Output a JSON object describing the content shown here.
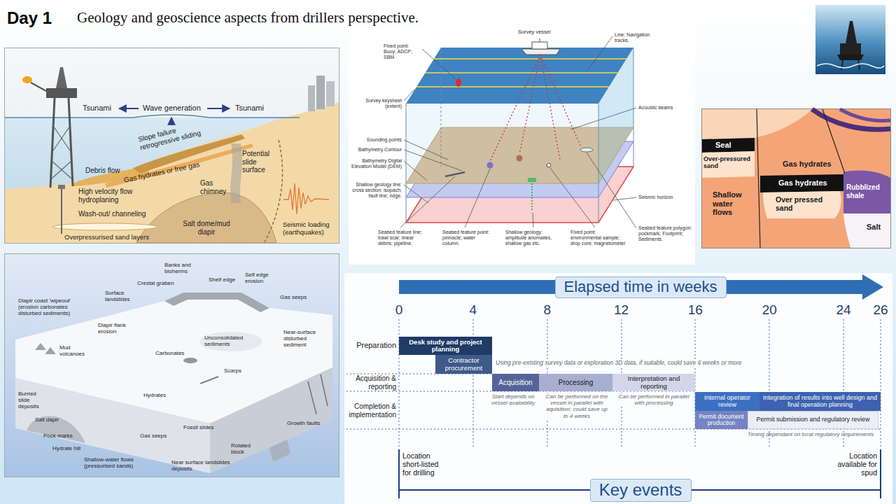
{
  "diagram": {
    "title": "Geology and geoscience aspects from drillers perspective.",
    "nodes": [
      {
        "text": [
          "Elapsed time in weeks"
        ]
      },
      {
        "text": [
          "Desk study and project planning"
        ]
      },
      {
        "text": [
          "Contractor procurement"
        ]
      },
      {
        "text": [
          "Acquisition"
        ]
      },
      {
        "text": [
          "Processing"
        ]
      },
      {
        "text": [
          "Interpretation and reporting"
        ]
      },
      {
        "text": [
          "Internal operator review"
        ]
      },
      {
        "text": [
          "Integration of results into well design and final operation planning"
        ]
      },
      {
        "text": [
          "Permit document production"
        ]
      },
      {
        "text": [
          "Permit submission and regulatory review"
        ]
      },
      {
        "text": [
          "Key events"
        ]
      }
    ],
    "labels": [
      "Day 1",
      "Tsunami",
      "Wave generation",
      "Tsunami",
      "Slope failure retrogressive sliding",
      "Debris flow",
      "Gas hydrates or free gas",
      "Gas chimney",
      "Potential slide surface",
      "High velocity flow hydroplaning",
      "Wash-out/ channeling",
      "Overpressurised sand layers",
      "Salt dome/mud diapir",
      "Seismic loading (earthquakes)",
      "Survey vessel",
      "Fixed point: Buoy; ADCP; SBM.",
      "Line: Navigation tracks.",
      "Survey keysheet (extent)",
      "Acoustic beams",
      "Sounding points",
      "Bathymetry Contour",
      "Bathymetry Digital Elevation Model (DEM)",
      "Shallow geology line: cross section; isopach; fault line; ridge.",
      "Seismic horizon",
      "Seabed feature line; trawl scar; linear debris; pipeline.",
      "Seabed feature point: pinnacle; water column.",
      "Shallow geology: amplitude anomalies, shallow gas etc.",
      "Fixed point: environmental sample; drop core; magnetometer",
      "Seabed feature polygon: pockmark; Footprint; Sediments.",
      "Seal",
      "Over-pressured sand",
      "Gas hydrates",
      "Gas hydrates",
      "Over pressed sand",
      "Shallow water flows",
      "Rubblized shale",
      "Salt",
      "Banks and bioherms",
      "Shelf edge",
      "Self edge erosion",
      "Crestal graben",
      "Surface landslides",
      "Gas seeps",
      "Diapir flank erosion",
      "Diapir coast 'wipeout' (erosion carbonates disturbed sediments)",
      "Mud volcanoes",
      "Carbonates",
      "Unconsolidated sediments",
      "Near-surface disturbed sediment",
      "Scarps",
      "Burried slide deposits",
      "Hydrates",
      "Salt dapir",
      "Pock marks",
      "Hydrate hill",
      "Gas seeps",
      "Fossil slides",
      "Growth faults",
      "Rotated block",
      "Shallow-water flows (pressurised sands)",
      "Near surface landslides deposits",
      "0",
      "4",
      "8",
      "12",
      "16",
      "20",
      "24",
      "26",
      "Preparation",
      "Acquisition & reporting",
      "Completion & implementation",
      "Using pre-existing survey data or exploration 3D data, if suitable, could save 6 weeks or more",
      "Start depends on vessel availability",
      "Can be performed on the vessel in parallel with aquisition: could save up to 4 weeks",
      "Can be performed in parallel with processing",
      "Timing dependant on local regulatory requirements",
      "Location short-listed for drilling",
      "Location available for spud"
    ]
  }
}
